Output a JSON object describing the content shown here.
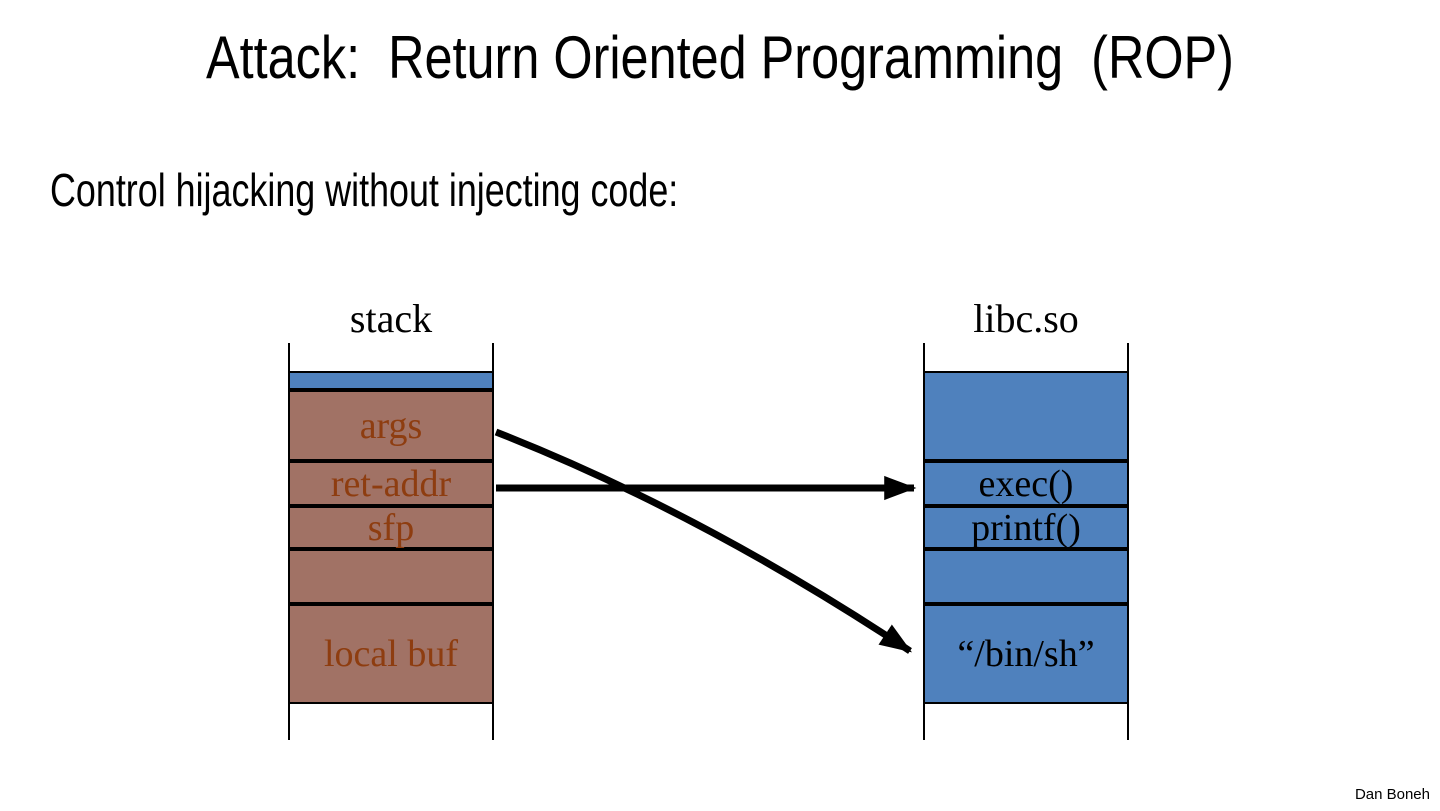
{
  "slide": {
    "title": "Attack:  Return Oriented Programming  (ROP)",
    "subtitle": "Control hijacking without injecting code:",
    "credit": "Dan Boneh"
  },
  "diagram": {
    "stack_column": {
      "title": "stack",
      "fill": "#A17265",
      "label_color": "#8E3D10",
      "top_strip_fill": "#4F81BD",
      "cells": [
        "args",
        "ret-addr",
        "sfp",
        "",
        "local buf"
      ]
    },
    "libc_column": {
      "title": "libc.so",
      "fill": "#4F81BD",
      "label_color": "#000000",
      "cells": [
        "",
        "exec()",
        "printf()",
        "",
        "“/bin/sh”"
      ]
    },
    "arrows": [
      {
        "id": "arrow-ret-addr-to-exec",
        "from": "ret-addr",
        "to": "exec()",
        "color": "#000000"
      },
      {
        "id": "arrow-args-to-bin-sh",
        "from": "args",
        "to": "“/bin/sh”",
        "color": "#000000"
      }
    ],
    "border_color": "#000000"
  }
}
